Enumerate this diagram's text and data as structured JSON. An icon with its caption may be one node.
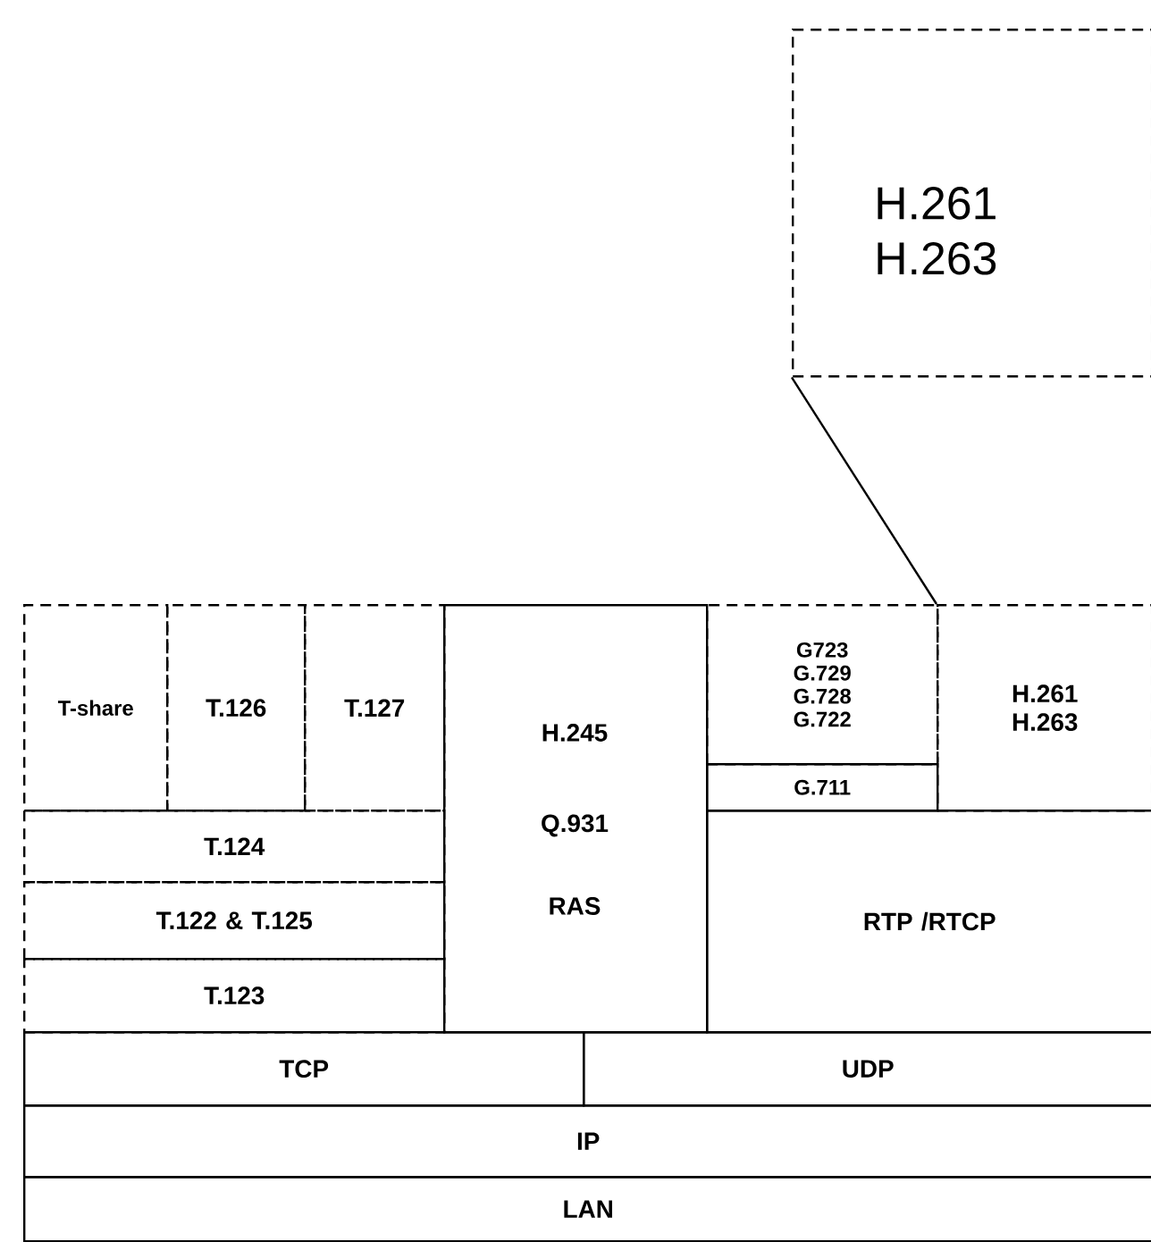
{
  "diagram": {
    "nodes": [
      {
        "text": [
          "H.261 H.263"
        ]
      },
      {
        "text": [
          "T-share"
        ]
      },
      {
        "text": [
          "T.126"
        ]
      },
      {
        "text": [
          "T.127"
        ]
      },
      {
        "text": [
          "T.124"
        ]
      },
      {
        "text": [
          "T.122 & T.125"
        ]
      },
      {
        "text": [
          "T.123"
        ]
      },
      {
        "text": [
          "H.245",
          "Q.931",
          "RAS"
        ]
      },
      {
        "text": [
          "G723 G.729 G.728 G.722"
        ]
      },
      {
        "text": [
          "G.711"
        ]
      },
      {
        "text": [
          "H.261 H.263"
        ]
      },
      {
        "text": [
          "RTP /RTCP"
        ]
      },
      {
        "text": [
          "TCP"
        ]
      },
      {
        "text": [
          "UDP"
        ]
      },
      {
        "text": [
          "IP"
        ]
      },
      {
        "text": [
          "LAN"
        ]
      }
    ],
    "edges": [
      {
        "from": 0,
        "to": 10,
        "arrow": "none"
      }
    ]
  }
}
